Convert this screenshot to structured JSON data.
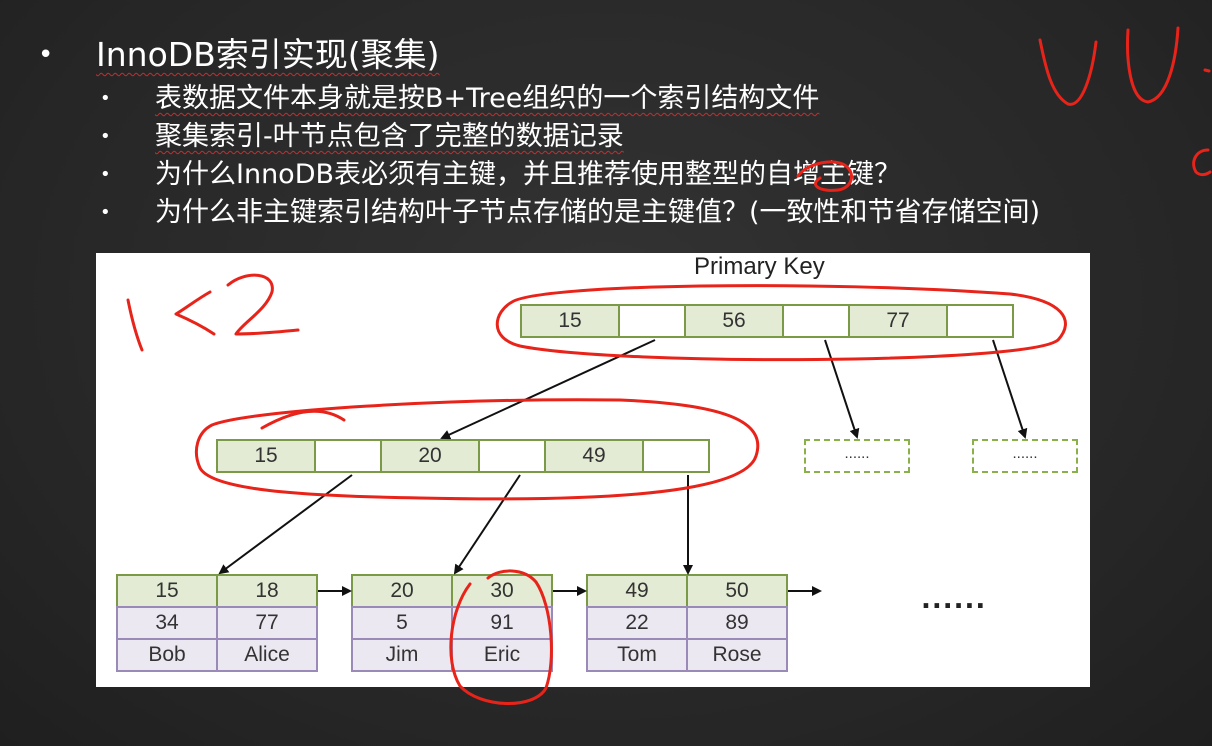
{
  "slide": {
    "title": "InnoDB索引实现(聚集)",
    "main_bullet": "•",
    "bullet_char": "•",
    "sub_bullets": [
      "表数据文件本身就是按B+Tree组织的一个索引结构文件",
      "聚集索引-叶节点包含了完整的数据记录",
      "为什么InnoDB表必须有主键，并且推荐使用整型的自增主键？",
      "为什么非主键索引结构叶子节点存储的是主键值？(一致性和节省存储空间)"
    ]
  },
  "diagram": {
    "title": "Primary Key",
    "root_node": {
      "keys": [
        "15",
        "56",
        "77"
      ]
    },
    "internal_node": {
      "keys": [
        "15",
        "20",
        "49"
      ]
    },
    "placeholder_text": "......",
    "leaves": [
      {
        "keys": [
          "15",
          "18"
        ],
        "values": [
          "34",
          "77"
        ],
        "names": [
          "Bob",
          "Alice"
        ]
      },
      {
        "keys": [
          "20",
          "30"
        ],
        "values": [
          "5",
          "91"
        ],
        "names": [
          "Jim",
          "Eric"
        ]
      },
      {
        "keys": [
          "49",
          "50"
        ],
        "values": [
          "22",
          "89"
        ],
        "names": [
          "Tom",
          "Rose"
        ]
      }
    ],
    "trailing_ellipsis": "......"
  },
  "colors": {
    "background": "#2b2b2b",
    "annotation_red": "#e8231a",
    "key_cell": "#e3ebd4",
    "key_border": "#7a9a48",
    "value_cell": "#ece8f2"
  }
}
